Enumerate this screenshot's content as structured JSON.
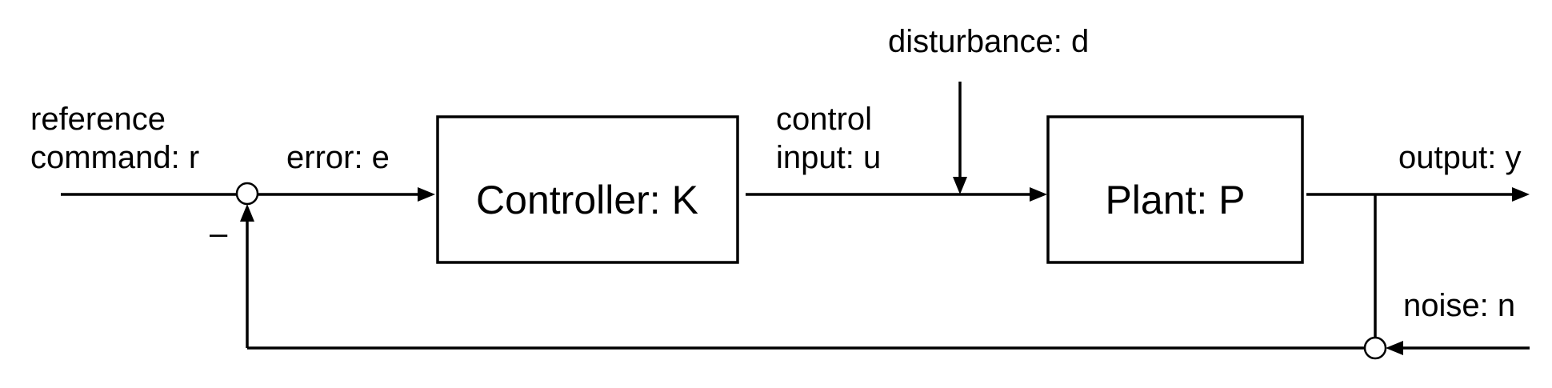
{
  "blocks": {
    "controller": "Controller: K",
    "plant": "Plant: P"
  },
  "signals": {
    "reference_line1": "reference",
    "reference_line2": "command: r",
    "error": "error: e",
    "control_line1": "control",
    "control_line2": "input: u",
    "disturbance": "disturbance: d",
    "output": "output: y",
    "noise": "noise: n",
    "feedback_sign": "–"
  }
}
